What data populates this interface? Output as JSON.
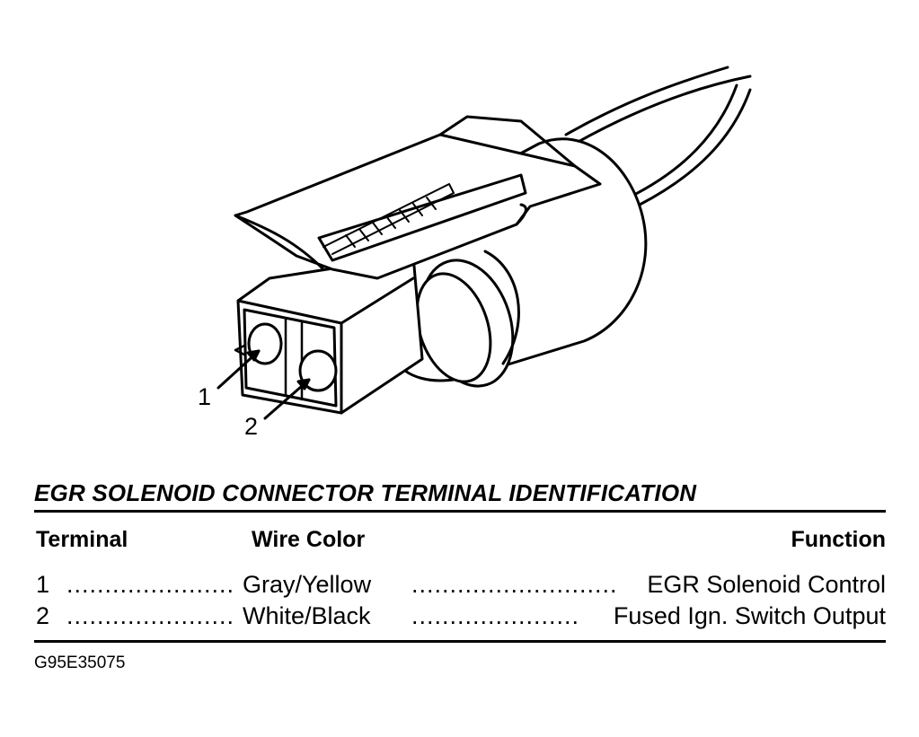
{
  "callouts": [
    "1",
    "2"
  ],
  "table": {
    "title": "EGR SOLENOID CONNECTOR TERMINAL IDENTIFICATION",
    "headers": {
      "terminal": "Terminal",
      "wire_color": "Wire Color",
      "function": "Function"
    },
    "rows": [
      {
        "terminal": "1",
        "leader1": "......................",
        "wire_color": "Gray/Yellow",
        "leader2": "...........................",
        "function": "EGR Solenoid Control"
      },
      {
        "terminal": "2",
        "leader1": "......................",
        "wire_color": "White/Black",
        "leader2": "......................",
        "function": "Fused Ign. Switch Output"
      }
    ]
  },
  "figure_id": "G95E35075"
}
